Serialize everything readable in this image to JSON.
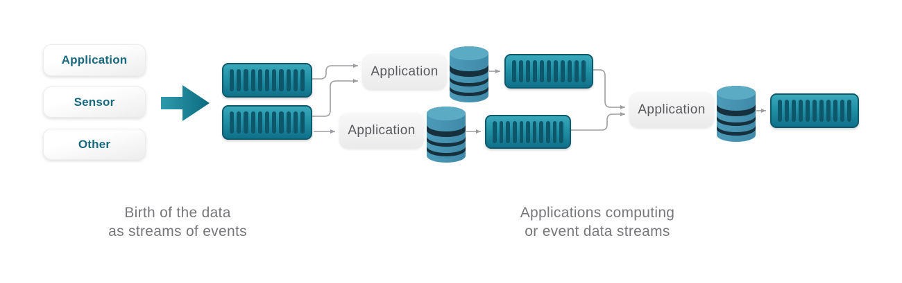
{
  "sources": [
    {
      "label": "Application"
    },
    {
      "label": "Sensor"
    },
    {
      "label": "Other"
    }
  ],
  "apps": {
    "top": {
      "label": "Application"
    },
    "bottom": {
      "label": "Application"
    },
    "final": {
      "label": "Application"
    }
  },
  "captions": {
    "left": {
      "line1": "Birth of the data",
      "line2": "as streams of events"
    },
    "right": {
      "line1": "Applications computing",
      "line2": "or event data streams"
    }
  },
  "icons": {
    "flow_arrow": "right-arrow-icon",
    "stream": "event-stream-icon",
    "database": "database-icon",
    "connector_arrow": "arrowhead-icon"
  },
  "colors": {
    "teal-label": "#17697e",
    "arrow-start": "#2f9aab",
    "arrow-end": "#0b6b80",
    "bar-light": "#3ba8ba",
    "bar-mid": "#2191a6",
    "bar-dark": "#10708a",
    "bar-stripe": "#0e576a",
    "bar-border": "#0d5a6d",
    "db-light": "#5cabc5",
    "db-mid": "#4c9bb9",
    "db-side": "#3f89a8",
    "db-gap": "#16313d",
    "connector": "#9b9da0",
    "caption": "#76777a",
    "app-label": "#58595c"
  }
}
